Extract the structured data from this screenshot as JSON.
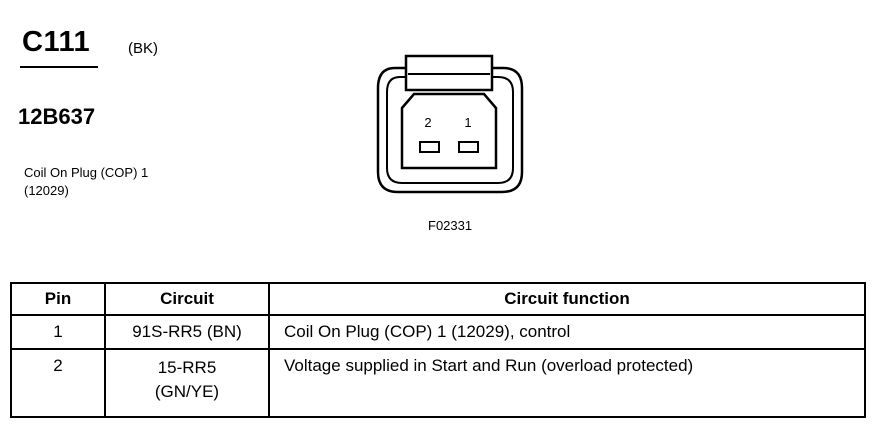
{
  "header": {
    "connector_id": "C111",
    "connector_color": "(BK)",
    "part_number": "12B637",
    "component_name": "Coil On Plug (COP) 1",
    "component_code": "(12029)"
  },
  "figure": {
    "pin_labels": [
      "2",
      "1"
    ],
    "figure_id": "F02331"
  },
  "table": {
    "headers": [
      "Pin",
      "Circuit",
      "Circuit function"
    ],
    "rows": [
      {
        "pin": "1",
        "circuit": "91S-RR5 (BN)",
        "circuit_line2": "",
        "function": "Coil On Plug (COP) 1 (12029), control"
      },
      {
        "pin": "2",
        "circuit": "15-RR5",
        "circuit_line2": "(GN/YE)",
        "function": "Voltage supplied in Start and Run (overload protected)"
      }
    ]
  }
}
